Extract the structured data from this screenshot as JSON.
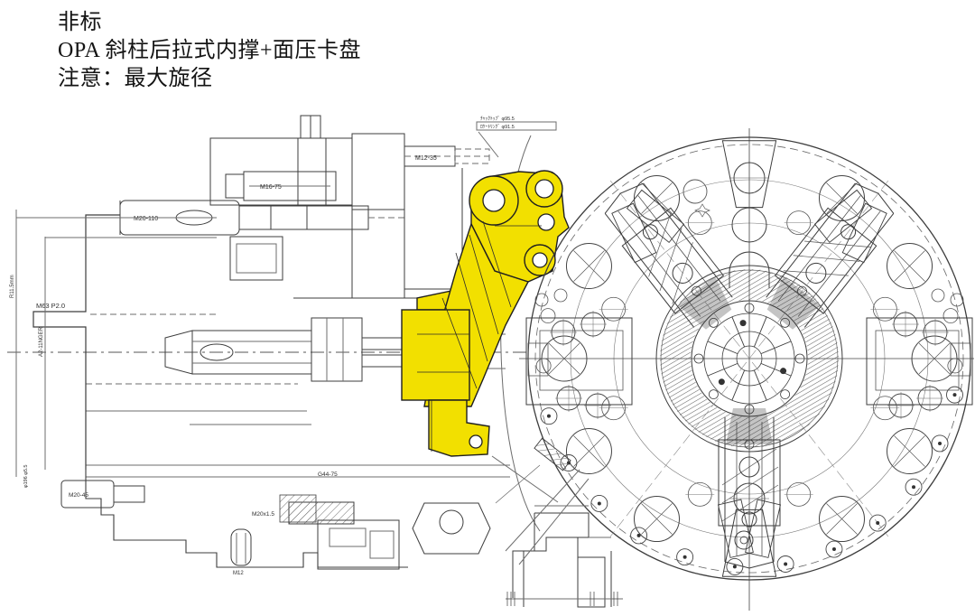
{
  "title": {
    "line1": "非标",
    "line2": "OPA 斜柱后拉式内撑+面压卡盘",
    "line3": "注意：最大旋径"
  },
  "labels": {
    "bolt_m20_110": "M20-110",
    "bolt_m16_75": "M16-75",
    "bolt_m12_35": "M12-35",
    "thread_m63": "M63 P2.0",
    "bolt_m20_45": "M20-45",
    "thread_m20x15": "M20x1.5",
    "bolt_m12": "M12",
    "fitting_g44": "G44-75",
    "spindle_nose": "A2-11NGER",
    "dim_vert_top": "R11.5mm",
    "dim_vert_bottom": "φ196 φ5.5",
    "chuck_top_note": "ﾁｬｯｸﾄｯﾌﾟ φ95.5",
    "locator_note": "ﾛｹｰﾄﾘﾝｸﾞ φ91.5"
  },
  "colors": {
    "highlight_yellow": "#f2e000",
    "line_dark": "#3d3d3d"
  }
}
